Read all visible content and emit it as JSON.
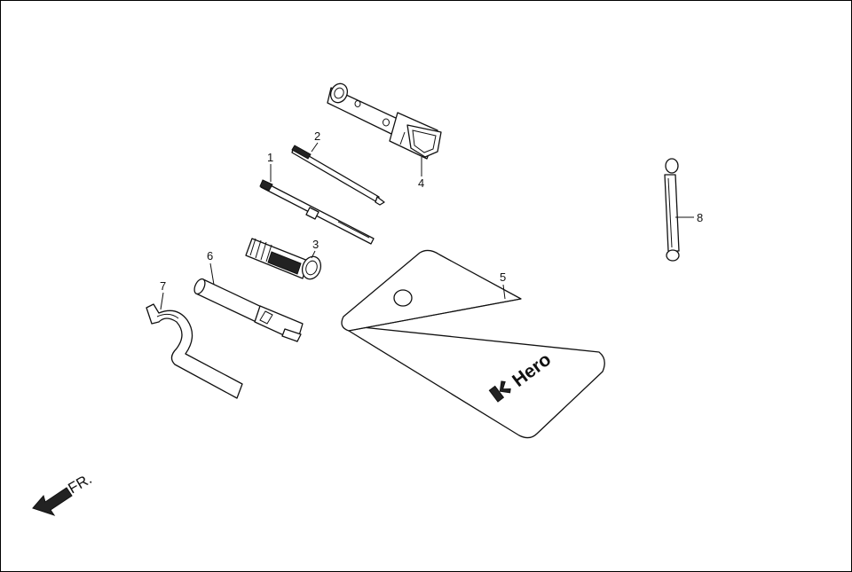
{
  "diagram": {
    "callouts": [
      {
        "id": "1",
        "label": "1"
      },
      {
        "id": "2",
        "label": "2"
      },
      {
        "id": "3",
        "label": "3"
      },
      {
        "id": "4",
        "label": "4"
      },
      {
        "id": "5",
        "label": "5"
      },
      {
        "id": "6",
        "label": "6"
      },
      {
        "id": "7",
        "label": "7"
      },
      {
        "id": "8",
        "label": "8"
      }
    ],
    "direction_label": "FR.",
    "pouch_logo_text": "Hero"
  }
}
